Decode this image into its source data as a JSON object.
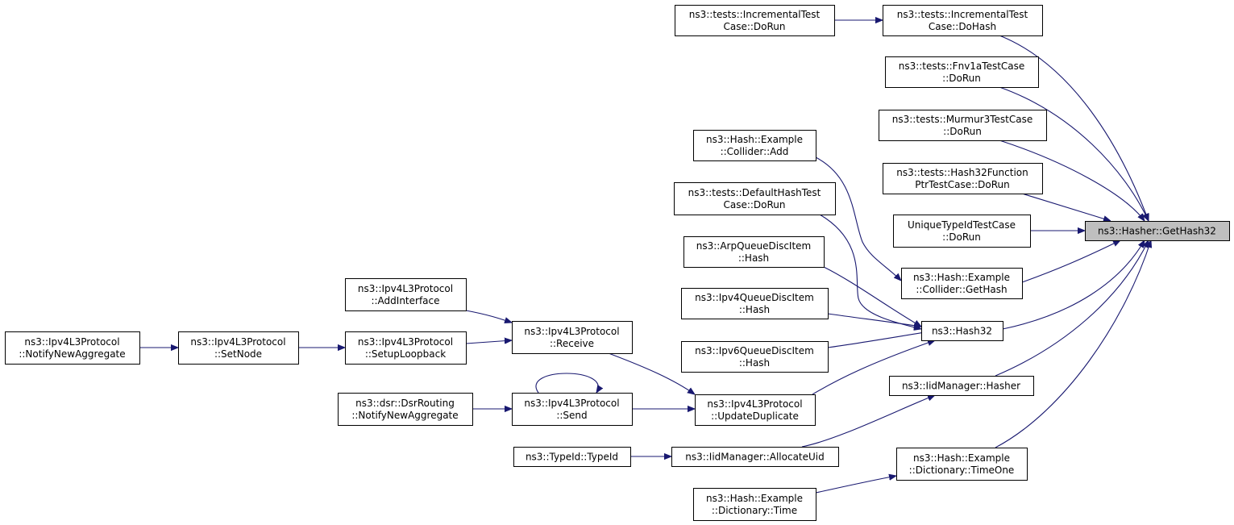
{
  "colors": {
    "edge": "#191970",
    "root_fill": "#bfbfbf",
    "node_fill": "#ffffff",
    "node_border": "#000000"
  },
  "nodes": [
    {
      "id": "gethash32",
      "lines": [
        "ns3::Hasher::GetHash32"
      ],
      "root": true
    },
    {
      "id": "inc_dohash",
      "lines": [
        "ns3::tests::IncrementalTest",
        "Case::DoHash"
      ]
    },
    {
      "id": "inc_dorun",
      "lines": [
        "ns3::tests::IncrementalTest",
        "Case::DoRun"
      ]
    },
    {
      "id": "fnv",
      "lines": [
        "ns3::tests::Fnv1aTestCase",
        "::DoRun"
      ]
    },
    {
      "id": "murmur",
      "lines": [
        "ns3::tests::Murmur3TestCase",
        "::DoRun"
      ]
    },
    {
      "id": "h32fp",
      "lines": [
        "ns3::tests::Hash32Function",
        "PtrTestCase::DoRun"
      ]
    },
    {
      "id": "uniq",
      "lines": [
        "UniqueTypeIdTestCase",
        "::DoRun"
      ]
    },
    {
      "id": "coll_gethash",
      "lines": [
        "ns3::Hash::Example",
        "::Collider::GetHash"
      ]
    },
    {
      "id": "coll_add",
      "lines": [
        "ns3::Hash::Example",
        "::Collider::Add"
      ]
    },
    {
      "id": "hash32",
      "lines": [
        "ns3::Hash32"
      ]
    },
    {
      "id": "deftest",
      "lines": [
        "ns3::tests::DefaultHashTest",
        "Case::DoRun"
      ]
    },
    {
      "id": "arpq",
      "lines": [
        "ns3::ArpQueueDiscItem",
        "::Hash"
      ]
    },
    {
      "id": "ipv4q",
      "lines": [
        "ns3::Ipv4QueueDiscItem",
        "::Hash"
      ]
    },
    {
      "id": "ipv6q",
      "lines": [
        "ns3::Ipv6QueueDiscItem",
        "::Hash"
      ]
    },
    {
      "id": "updup",
      "lines": [
        "ns3::Ipv4L3Protocol",
        "::UpdateDuplicate"
      ]
    },
    {
      "id": "iidhasher",
      "lines": [
        "ns3::IidManager::Hasher"
      ]
    },
    {
      "id": "alloc",
      "lines": [
        "ns3::IidManager::AllocateUid"
      ]
    },
    {
      "id": "timeone",
      "lines": [
        "ns3::Hash::Example",
        "::Dictionary::TimeOne"
      ]
    },
    {
      "id": "dtime",
      "lines": [
        "ns3::Hash::Example",
        "::Dictionary::Time"
      ]
    },
    {
      "id": "typeid",
      "lines": [
        "ns3::TypeId::TypeId"
      ]
    },
    {
      "id": "receive",
      "lines": [
        "ns3::Ipv4L3Protocol",
        "::Receive"
      ]
    },
    {
      "id": "send",
      "lines": [
        "ns3::Ipv4L3Protocol",
        "::Send"
      ]
    },
    {
      "id": "addif",
      "lines": [
        "ns3::Ipv4L3Protocol",
        "::AddInterface"
      ]
    },
    {
      "id": "loopback",
      "lines": [
        "ns3::Ipv4L3Protocol",
        "::SetupLoopback"
      ]
    },
    {
      "id": "dsr",
      "lines": [
        "ns3::dsr::DsrRouting",
        "::NotifyNewAggregate"
      ]
    },
    {
      "id": "setnode",
      "lines": [
        "ns3::Ipv4L3Protocol",
        "::SetNode"
      ]
    },
    {
      "id": "notify",
      "lines": [
        "ns3::Ipv4L3Protocol",
        "::NotifyNewAggregate"
      ]
    }
  ],
  "edges": [
    {
      "from": "inc_dohash",
      "to": "gethash32"
    },
    {
      "from": "fnv",
      "to": "gethash32"
    },
    {
      "from": "murmur",
      "to": "gethash32"
    },
    {
      "from": "h32fp",
      "to": "gethash32"
    },
    {
      "from": "uniq",
      "to": "gethash32"
    },
    {
      "from": "coll_gethash",
      "to": "gethash32"
    },
    {
      "from": "hash32",
      "to": "gethash32"
    },
    {
      "from": "iidhasher",
      "to": "gethash32"
    },
    {
      "from": "timeone",
      "to": "gethash32"
    },
    {
      "from": "inc_dorun",
      "to": "inc_dohash"
    },
    {
      "from": "coll_add",
      "to": "coll_gethash"
    },
    {
      "from": "deftest",
      "to": "hash32"
    },
    {
      "from": "arpq",
      "to": "hash32"
    },
    {
      "from": "ipv4q",
      "to": "hash32"
    },
    {
      "from": "ipv6q",
      "to": "hash32"
    },
    {
      "from": "updup",
      "to": "hash32"
    },
    {
      "from": "alloc",
      "to": "iidhasher"
    },
    {
      "from": "dtime",
      "to": "timeone"
    },
    {
      "from": "typeid",
      "to": "alloc"
    },
    {
      "from": "receive",
      "to": "updup"
    },
    {
      "from": "send",
      "to": "updup"
    },
    {
      "from": "send",
      "to": "send"
    },
    {
      "from": "addif",
      "to": "receive"
    },
    {
      "from": "loopback",
      "to": "receive"
    },
    {
      "from": "dsr",
      "to": "send"
    },
    {
      "from": "setnode",
      "to": "loopback"
    },
    {
      "from": "notify",
      "to": "setnode"
    }
  ]
}
